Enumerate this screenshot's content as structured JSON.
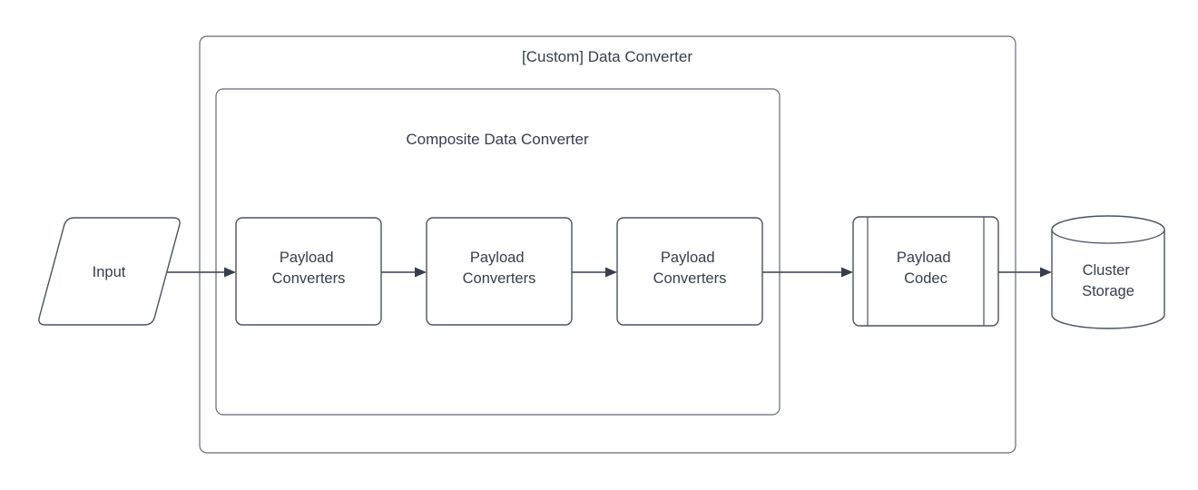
{
  "diagram": {
    "type": "flowchart",
    "containers": {
      "outer": {
        "label": "[Custom] Data Converter"
      },
      "inner": {
        "label": "Composite Data Converter"
      }
    },
    "nodes": {
      "input": {
        "shape": "parallelogram",
        "label": "Input"
      },
      "payload_converter_1": {
        "shape": "rounded-rect",
        "label_line1": "Payload",
        "label_line2": "Converters"
      },
      "payload_converter_2": {
        "shape": "rounded-rect",
        "label_line1": "Payload",
        "label_line2": "Converters"
      },
      "payload_converter_3": {
        "shape": "rounded-rect",
        "label_line1": "Payload",
        "label_line2": "Converters"
      },
      "payload_codec": {
        "shape": "predefined-process",
        "label_line1": "Payload",
        "label_line2": "Codec"
      },
      "cluster_storage": {
        "shape": "cylinder",
        "label_line1": "Cluster",
        "label_line2": "Storage"
      }
    },
    "edges": [
      {
        "from": "input",
        "to": "payload_converter_1"
      },
      {
        "from": "payload_converter_1",
        "to": "payload_converter_2"
      },
      {
        "from": "payload_converter_2",
        "to": "payload_converter_3"
      },
      {
        "from": "payload_converter_3",
        "to": "payload_codec"
      },
      {
        "from": "payload_codec",
        "to": "cluster_storage"
      }
    ],
    "colors": {
      "background": "#ffffff",
      "container_border": "#656b76",
      "shape_border": "#4a5362",
      "shape_fill": "#ffffff",
      "text": "#363e4d",
      "arrow": "#363e4d"
    }
  }
}
